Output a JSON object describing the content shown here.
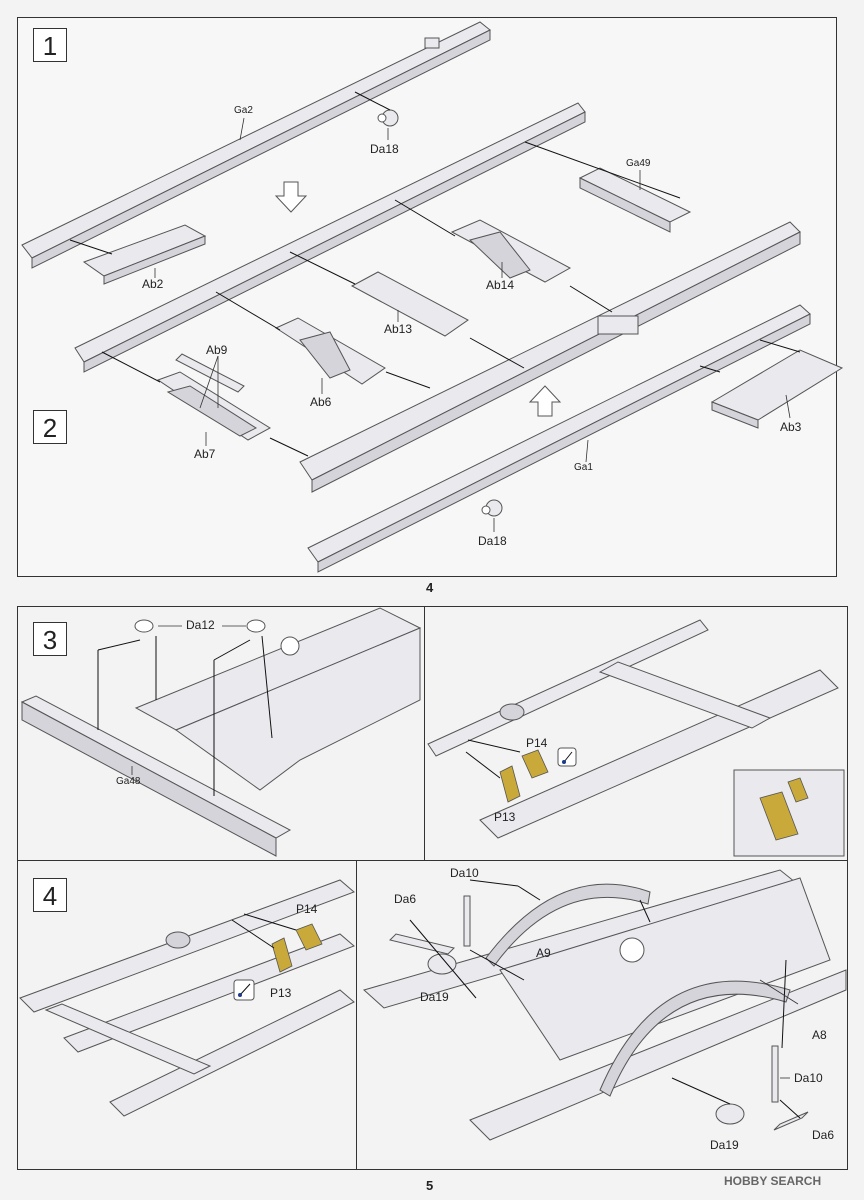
{
  "page_top": {
    "step_numbers": [
      "1",
      "2"
    ],
    "labels": {
      "ga2": "Ga2",
      "da18_top": "Da18",
      "ga49": "Ga49",
      "ab2": "Ab2",
      "ab14": "Ab14",
      "ab13": "Ab13",
      "ab9": "Ab9",
      "ab6": "Ab6",
      "ab7": "Ab7",
      "ab3": "Ab3",
      "ga1": "Ga1",
      "da18_bottom": "Da18"
    },
    "page_number": "4"
  },
  "page_bottom": {
    "step3": {
      "step_number": "3",
      "labels": {
        "da12": "Da12",
        "ga48": "Ga48",
        "p14": "P14",
        "p13": "P13"
      }
    },
    "step4": {
      "step_number": "4",
      "labels": {
        "p14": "P14",
        "p13": "P13",
        "da10_top": "Da10",
        "da6_top": "Da6",
        "a9": "A9",
        "da19_top": "Da19",
        "a8": "A8",
        "da10_bottom": "Da10",
        "da19_bottom": "Da19",
        "da6_bottom": "Da6"
      }
    },
    "page_number": "5",
    "watermark": "HOBBY SEARCH"
  }
}
